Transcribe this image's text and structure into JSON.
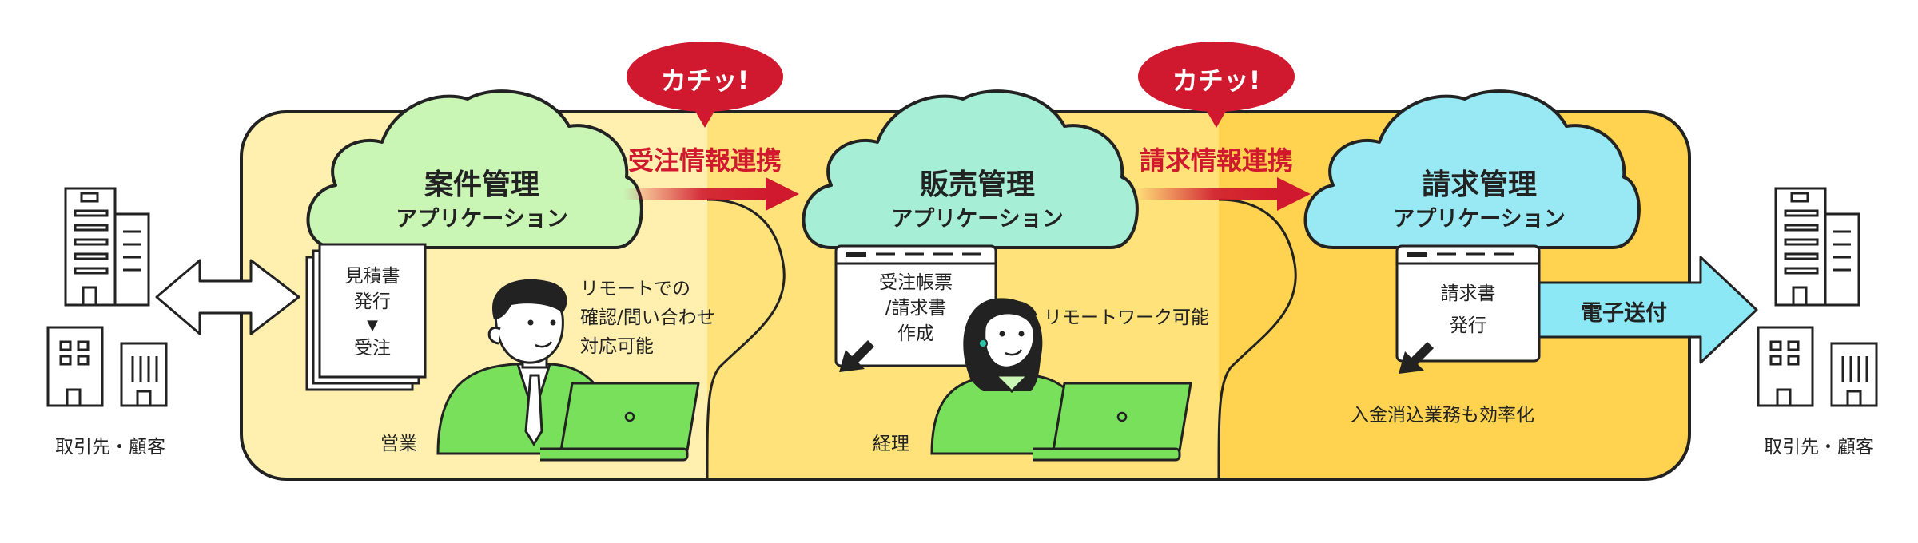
{
  "clouds": [
    {
      "title": "案件管理",
      "subtitle": "アプリケーション"
    },
    {
      "title": "販売管理",
      "subtitle": "アプリケーション"
    },
    {
      "title": "請求管理",
      "subtitle": "アプリケーション"
    }
  ],
  "badges": [
    {
      "text": "カチッ!"
    },
    {
      "text": "カチッ!"
    }
  ],
  "flows": [
    {
      "label": "受注情報連携"
    },
    {
      "label": "請求情報連携"
    }
  ],
  "partners": {
    "left_label": "取引先・顧客",
    "right_label": "取引先・顧客"
  },
  "sales": {
    "doc_line1": "見積書",
    "doc_line2": "発行",
    "doc_arrow": "▼",
    "doc_line3": "受注",
    "remote_line1": "リモートでの",
    "remote_line2": "確認/問い合わせ",
    "remote_line3": "対応可能",
    "role": "営業"
  },
  "accounting": {
    "doc_line1": "受注帳票",
    "doc_line2": "/請求書",
    "doc_line3": "作成",
    "remote": "リモートワーク可能",
    "role": "経理"
  },
  "billing": {
    "doc_line1": "請求書",
    "doc_line2": "発行",
    "send_label": "電子送付",
    "efficiency": "入金消込業務も効率化"
  },
  "colors": {
    "panel_light": "#fff0b0",
    "panel_mid": "#ffe27a",
    "panel_dark": "#ffd24f",
    "cloud_green": "#c9f5b5",
    "cloud_teal": "#a6efd6",
    "cloud_cyan": "#98e9f3",
    "badge_red": "#d0192e",
    "arrow_cyan": "#8ce8f5",
    "person_green": "#79e05b"
  }
}
